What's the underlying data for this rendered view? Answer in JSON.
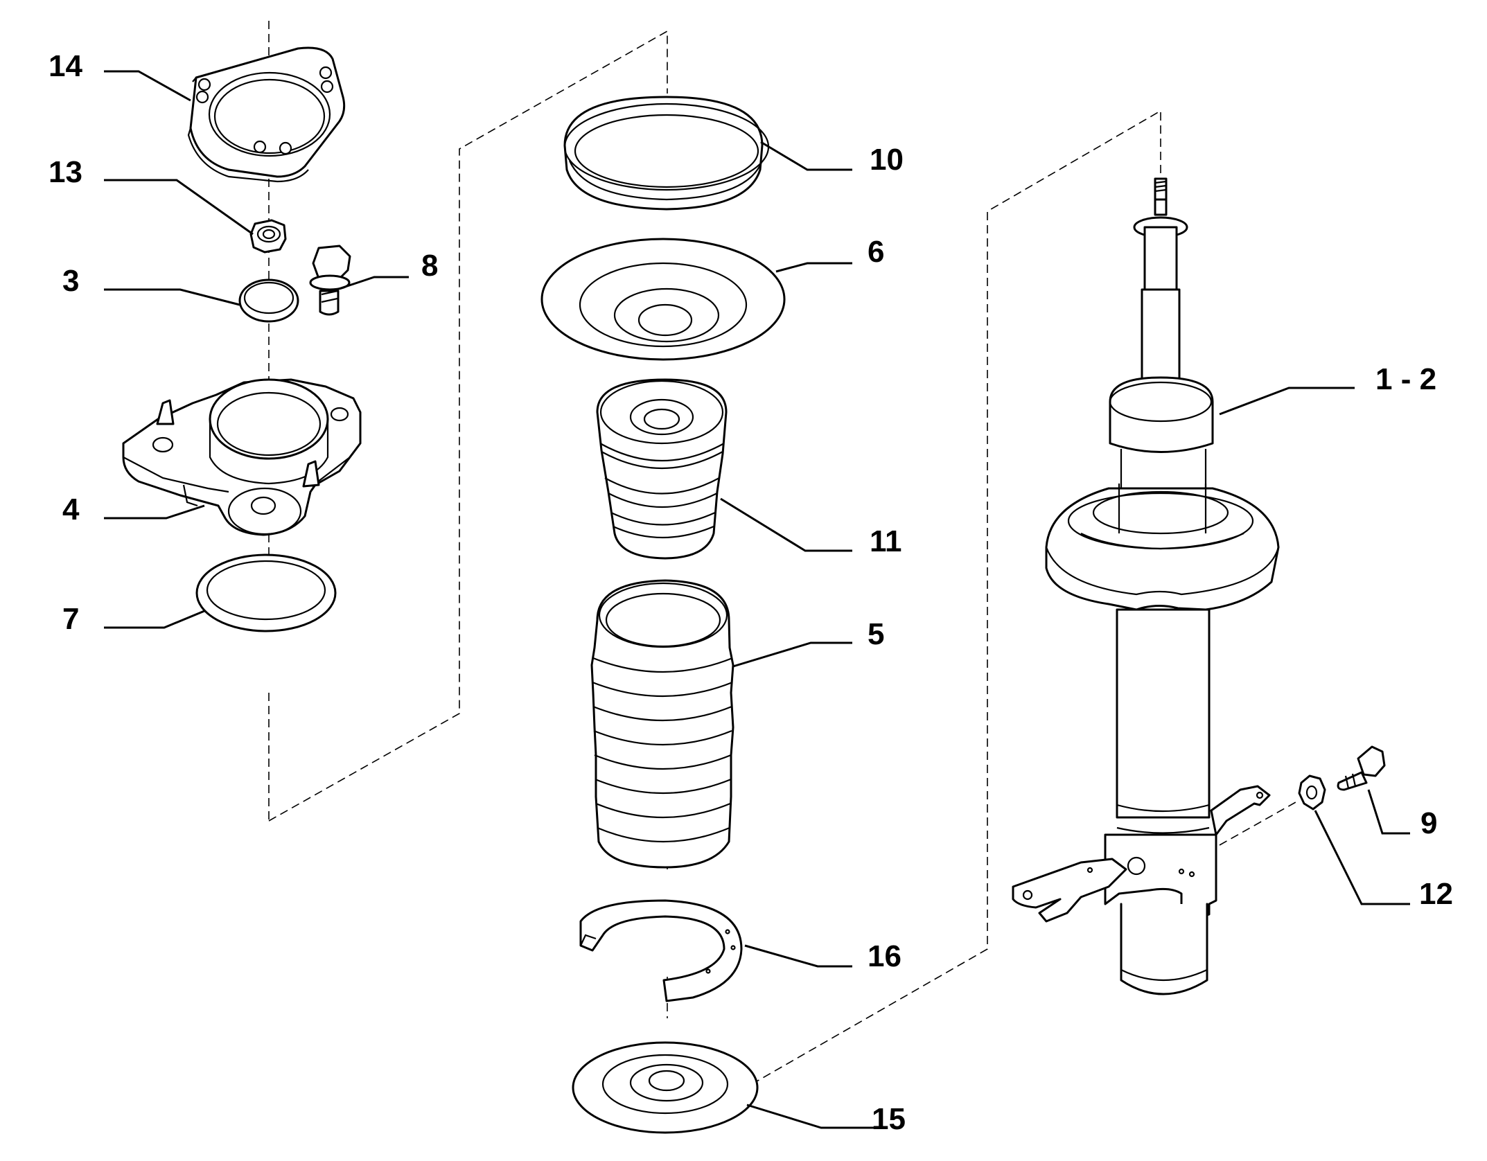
{
  "diagram": {
    "parts": [
      {
        "id": "p14",
        "number": "14"
      },
      {
        "id": "p13",
        "number": "13"
      },
      {
        "id": "p3",
        "number": "3"
      },
      {
        "id": "p8",
        "number": "8"
      },
      {
        "id": "p4",
        "number": "4"
      },
      {
        "id": "p7",
        "number": "7"
      },
      {
        "id": "p10",
        "number": "10"
      },
      {
        "id": "p6",
        "number": "6"
      },
      {
        "id": "p11",
        "number": "11"
      },
      {
        "id": "p5",
        "number": "5"
      },
      {
        "id": "p16",
        "number": "16"
      },
      {
        "id": "p15",
        "number": "15"
      },
      {
        "id": "p1-2",
        "number": "1 - 2"
      },
      {
        "id": "p9",
        "number": "9"
      },
      {
        "id": "p12",
        "number": "12"
      }
    ]
  },
  "colors": {
    "line": "#000000",
    "background": "#ffffff"
  }
}
